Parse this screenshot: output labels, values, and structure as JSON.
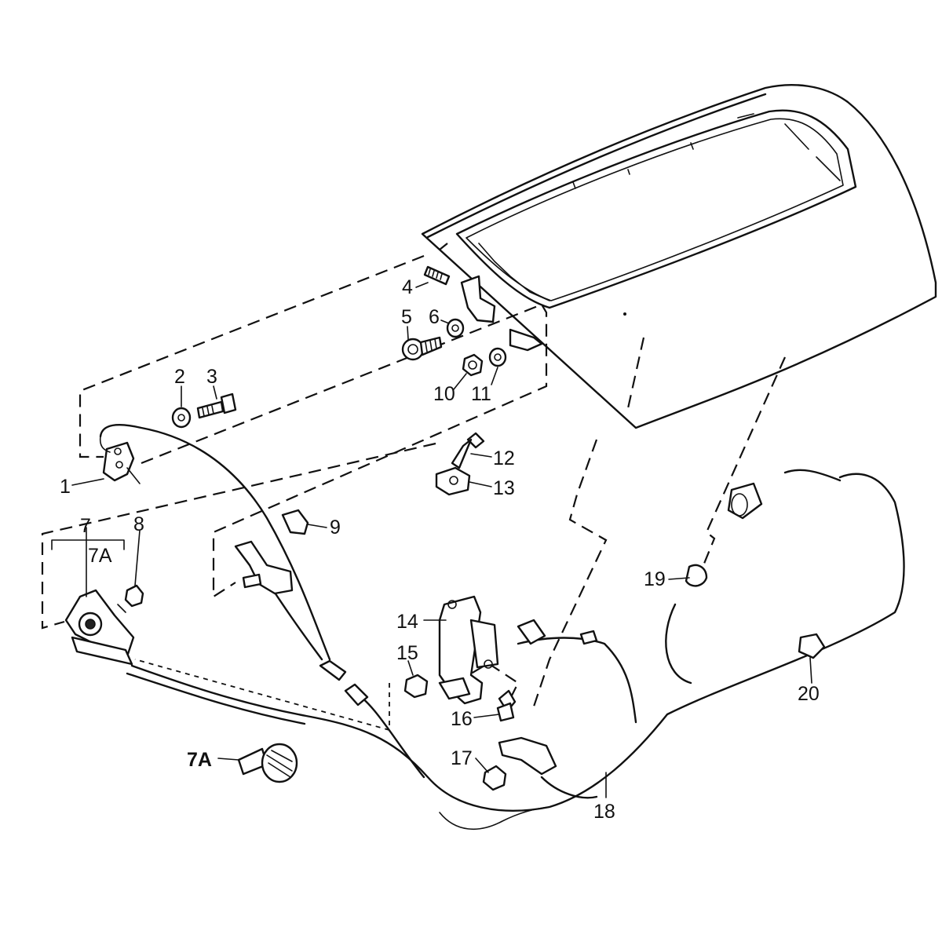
{
  "diagram": {
    "callouts": [
      {
        "id": "c1",
        "text": "1"
      },
      {
        "id": "c2",
        "text": "2"
      },
      {
        "id": "c3",
        "text": "3"
      },
      {
        "id": "c4",
        "text": "4"
      },
      {
        "id": "c5",
        "text": "5"
      },
      {
        "id": "c6",
        "text": "6"
      },
      {
        "id": "c7",
        "text": "7"
      },
      {
        "id": "c7a_bracket",
        "text": "7A"
      },
      {
        "id": "c7a_part",
        "text": "7A"
      },
      {
        "id": "c8",
        "text": "8"
      },
      {
        "id": "c9",
        "text": "9"
      },
      {
        "id": "c10",
        "text": "10"
      },
      {
        "id": "c11",
        "text": "11"
      },
      {
        "id": "c12",
        "text": "12"
      },
      {
        "id": "c13",
        "text": "13"
      },
      {
        "id": "c14",
        "text": "14"
      },
      {
        "id": "c15",
        "text": "15"
      },
      {
        "id": "c16",
        "text": "16"
      },
      {
        "id": "c17",
        "text": "17"
      },
      {
        "id": "c18",
        "text": "18"
      },
      {
        "id": "c19",
        "text": "19"
      },
      {
        "id": "c20",
        "text": "20"
      }
    ]
  }
}
